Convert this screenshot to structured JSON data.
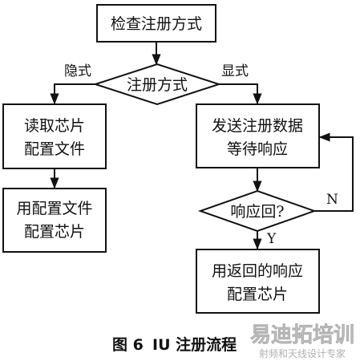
{
  "diagram": {
    "nodes": {
      "check_mode": "检查注册方式",
      "reg_mode": "注册方式",
      "read_file_l1": "读取芯片",
      "read_file_l2": "配置文件",
      "use_file_l1": "用配置文件",
      "use_file_l2": "配置芯片",
      "send_l1": "发送注册数据",
      "send_l2": "等待响应",
      "resp_q": "响应回?",
      "use_resp_l1": "用返回的响应",
      "use_resp_l2": "配置芯片"
    },
    "edges": {
      "implicit": "隐式",
      "explicit": "显式",
      "no": "N",
      "yes": "Y"
    },
    "caption": {
      "prefix": "图 6",
      "title": "IU 注册流程"
    },
    "watermark": {
      "brand": "易迪拓培训",
      "tagline": "射频和天线设计专家"
    }
  }
}
